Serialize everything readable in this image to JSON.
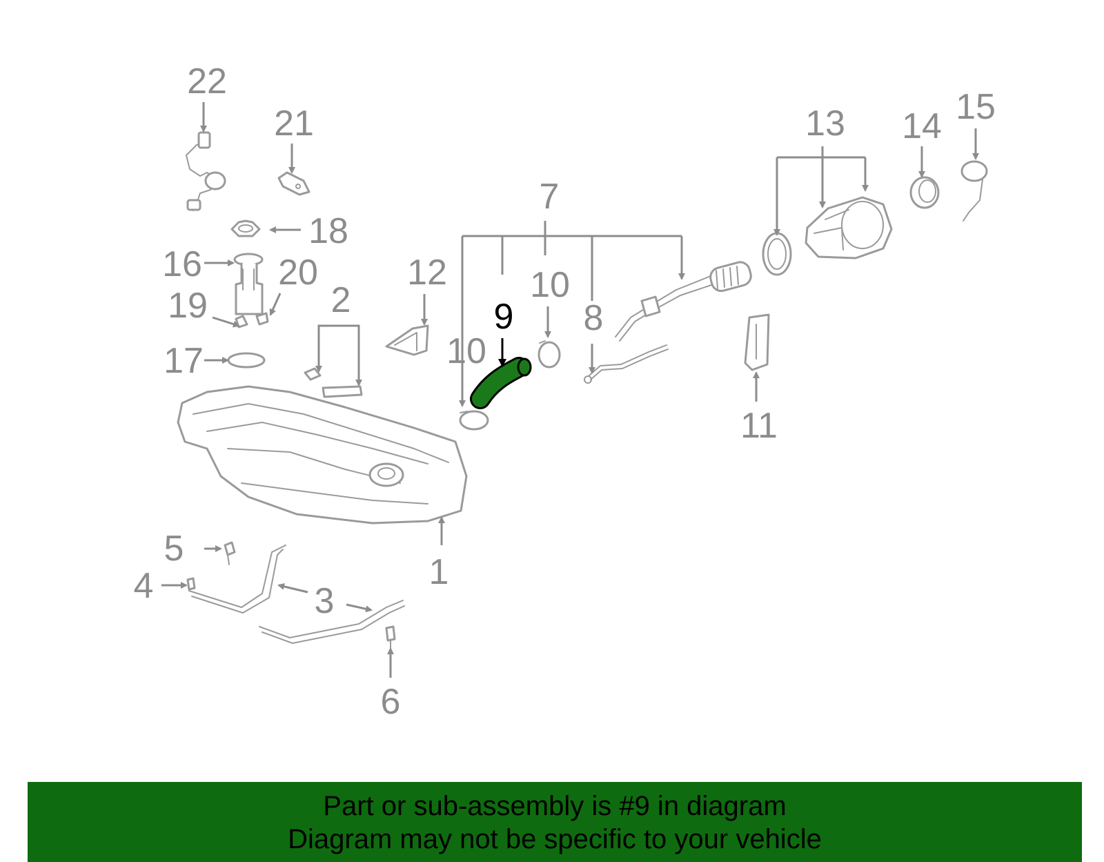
{
  "callouts": {
    "c1": "1",
    "c2": "2",
    "c3": "3",
    "c4": "4",
    "c5": "5",
    "c6": "6",
    "c7": "7",
    "c8": "8",
    "c9": "9",
    "c10": "10",
    "c11": "11",
    "c12": "12",
    "c13": "13",
    "c14": "14",
    "c15": "15",
    "c16": "16",
    "c17": "17",
    "c18": "18",
    "c19": "19",
    "c20": "20",
    "c21": "21",
    "c22": "22"
  },
  "highlight": {
    "callout": "9",
    "color": "#1a7a1a"
  },
  "footer": {
    "line1": "Part or sub-assembly is #9 in diagram",
    "line2": "Diagram may not be specific to your vehicle",
    "background": "#0f6b0f"
  }
}
